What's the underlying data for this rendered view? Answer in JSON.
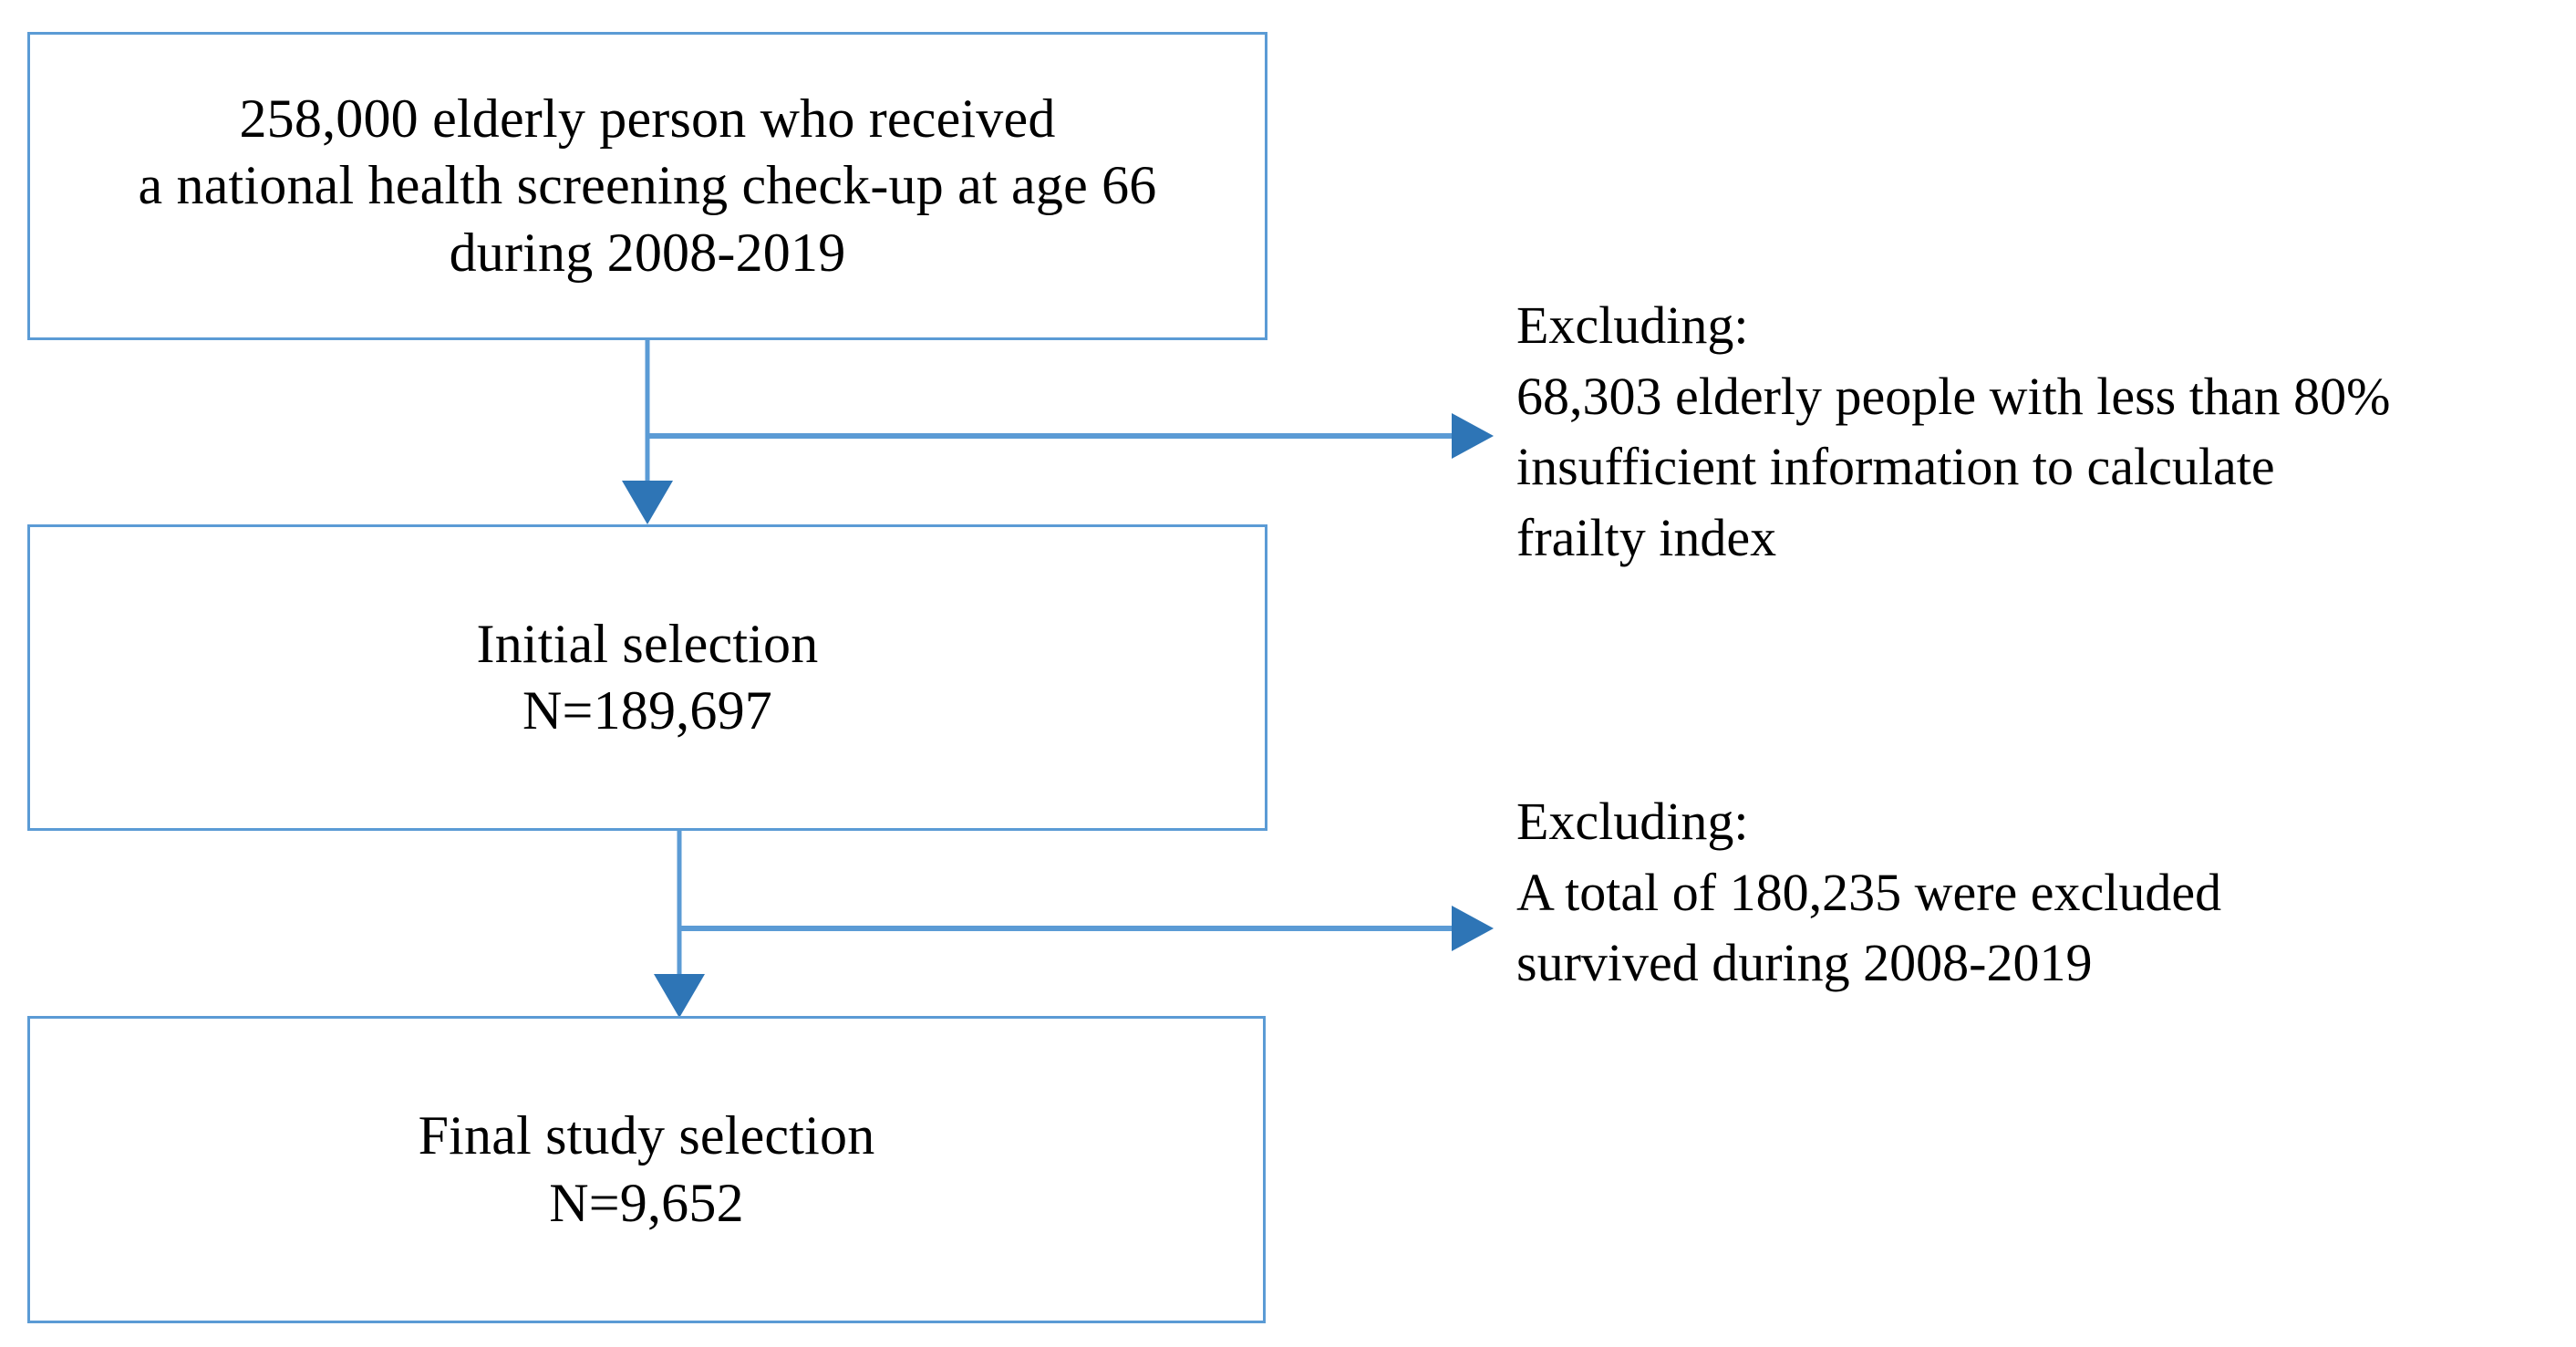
{
  "figure": {
    "kind": "study-selection-flowchart",
    "colors": {
      "box_border": "#5b9bd5",
      "connector_line": "#5b9bd5",
      "arrow_head": "#2e75b6",
      "text": "#000000",
      "background": "#ffffff"
    }
  },
  "boxes": [
    {
      "id": "initial-cohort",
      "lines": [
        "258,000 elderly person who received",
        "a national health screening check-up at age 66",
        "during 2008-2019"
      ]
    },
    {
      "id": "initial-selection",
      "lines": [
        "Initial selection",
        "N=189,697"
      ]
    },
    {
      "id": "final-selection",
      "lines": [
        "Final study selection",
        "N=9,652"
      ]
    }
  ],
  "exclusions": [
    {
      "id": "exclusion-1",
      "lines": [
        "Excluding:",
        "68,303 elderly people with less than 80%",
        "insufficient information to calculate",
        "frailty index"
      ]
    },
    {
      "id": "exclusion-2",
      "lines": [
        "Excluding:",
        "A total of 180,235 were excluded",
        "survived during 2008-2019"
      ]
    }
  ],
  "chart_data": {
    "type": "diagram",
    "title": "Study participant selection flow",
    "nodes": [
      {
        "id": "initial-cohort",
        "label": "258,000 elderly person who received a national health screening check-up at age 66 during 2008-2019",
        "n": 258000
      },
      {
        "id": "initial-selection",
        "label": "Initial selection N=189,697",
        "n": 189697
      },
      {
        "id": "final-selection",
        "label": "Final study selection N=9,652",
        "n": 9652
      }
    ],
    "exclusions": [
      {
        "from": "initial-cohort",
        "label": "Excluding: 68,303 elderly people with less than 80% insufficient information to calculate frailty index",
        "n": 68303
      },
      {
        "from": "initial-selection",
        "label": "Excluding: A total of 180,235 were excluded survived during 2008-2019",
        "n": 180235
      }
    ],
    "edges": [
      {
        "from": "initial-cohort",
        "to": "initial-selection",
        "direction": "down"
      },
      {
        "from": "initial-selection",
        "to": "final-selection",
        "direction": "down"
      },
      {
        "from": "initial-cohort",
        "to": "exclusion-1",
        "direction": "right"
      },
      {
        "from": "initial-selection",
        "to": "exclusion-2",
        "direction": "right"
      }
    ]
  }
}
